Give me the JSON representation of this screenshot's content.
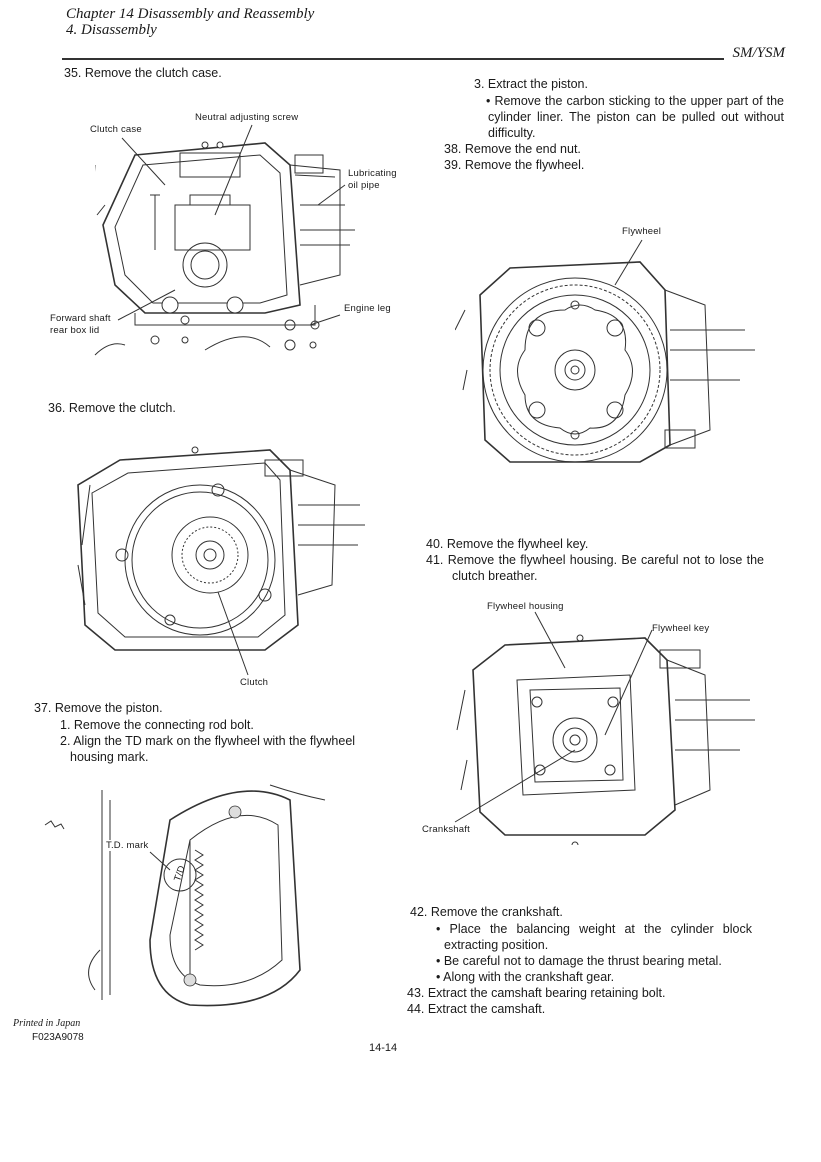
{
  "header": {
    "chapter": "Chapter 14 Disassembly and Reassembly",
    "section": "4. Disassembly",
    "model": "SM/YSM"
  },
  "steps": {
    "s35": "35.  Remove the clutch case.",
    "s36": "36.  Remove the clutch.",
    "s37": "37.  Remove the piston.",
    "s37_1": "1. Remove the connecting rod bolt.",
    "s37_2a": "2. Align the TD mark on the flywheel with the flywheel",
    "s37_2b": "housing mark.",
    "s37_3": "3. Extract the piston.",
    "s37_3_bullet": "• Remove the carbon sticking to the upper part of the cylinder liner. The piston can be pulled out without difficulty.",
    "s38": "38.  Remove the end nut.",
    "s39": "39.  Remove the flywheel.",
    "s40": "40.  Remove the flywheel key.",
    "s41": "41.  Remove the flywheel housing. Be careful not to lose the clutch breather.",
    "s42": "42.  Remove the crankshaft.",
    "s42_b1": "• Place the balancing weight at the cylinder block extracting position.",
    "s42_b2": "• Be careful not to damage the thrust bearing metal.",
    "s42_b3": "• Along with the crankshaft gear.",
    "s43": "43.  Extract the camshaft bearing retaining bolt.",
    "s44": "44.  Extract the camshaft."
  },
  "labels": {
    "clutch_case": "Clutch case",
    "neutral_screw": "Neutral adjusting screw",
    "lub_pipe_1": "Lubricating",
    "lub_pipe_2": "oil pipe",
    "forward_shaft_1": "Forward shaft",
    "forward_shaft_2": "rear box lid",
    "engine_leg": "Engine leg",
    "clutch": "Clutch",
    "td_mark": "T.D. mark",
    "td_mark_fig": "T/D",
    "flywheel": "Flywheel",
    "flywheel_housing": "Flywheel housing",
    "flywheel_key": "Flywheel key",
    "crankshaft": "Crankshaft"
  },
  "footer": {
    "printed": "Printed in Japan",
    "code": "F023A9078",
    "page": "14-14"
  }
}
